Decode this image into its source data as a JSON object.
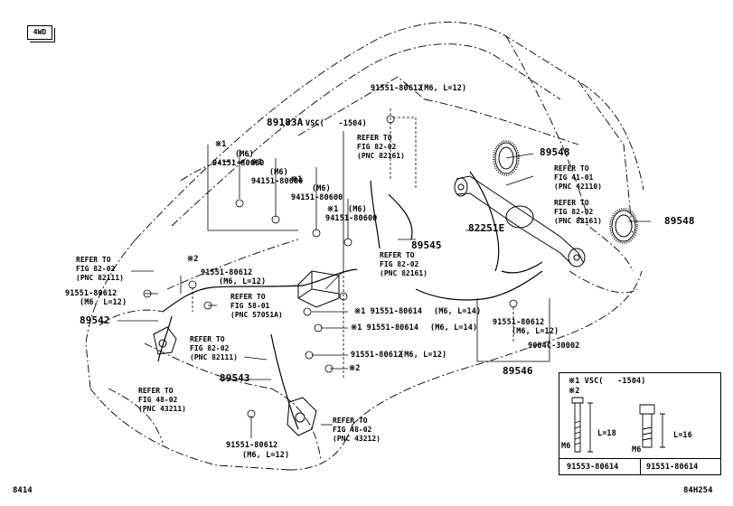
{
  "badge": "4WD",
  "callouts": {
    "bolt_top": "91551-80612",
    "bolt_top_spec": "(M6, L=12)",
    "p89183a": "89183A",
    "p89183a_note": "VSC(   -1504)",
    "n1_mark": "※1",
    "n1_spec": "(M6)",
    "n1_part": "94151-80600",
    "n2_mark": "※1",
    "n2_spec": "(M6)",
    "n2_part": "94151-80600",
    "n3_mark": "※1",
    "n3_spec": "(M6)",
    "n3_part": "94151-80600",
    "n4_mark": "※1",
    "n4_spec": "(M6)",
    "n4_part": "94151-80600",
    "p89548a": "89548",
    "p89548b": "89548",
    "p89545": "89545",
    "p82251e": "82251E",
    "p89542": "89542",
    "p89543": "89543",
    "p89546": "89546",
    "p9004c": "9004C-30002",
    "bolt_l1": "91551-80612",
    "bolt_l1_spec": "(M6, L=12)",
    "mark_x2": "※2",
    "bolt_l2": "91551-80612",
    "bolt_l2_spec": "(M6, L=12)",
    "bolt_c1": "※1 91551-80614",
    "bolt_c1_spec": "(M6, L=14)",
    "bolt_c2": "※1 91551-80614",
    "bolt_c2_spec": "(M6, L=14)",
    "bolt_c3": "91551-80612",
    "bolt_c3_spec": "(M6, L=12)",
    "mark_x2b": "※2",
    "bolt_r": "91551-80612",
    "bolt_r_spec": "(M6, L=12)",
    "bolt_b": "91551-80612",
    "bolt_b_spec": "(M6, L=12)"
  },
  "refs": {
    "r1": [
      "REFER TO",
      "FIG 82-02",
      "(PNC 82161)"
    ],
    "r2": [
      "REFER TO",
      "FIG 41-01",
      "(PNC 42110)"
    ],
    "r3": [
      "REFER TO",
      "FIG 82-02",
      "(PNC 82161)"
    ],
    "r4": [
      "REFER TO",
      "FIG 82-02",
      "(PNC 82161)"
    ],
    "r5": [
      "REFER TO",
      "FIG 82-02",
      "(PNC 82111)"
    ],
    "r6": [
      "REFER TO",
      "FIG 58-01",
      "(PNC 57051A)"
    ],
    "r7": [
      "REFER TO",
      "FIG 82-02",
      "(PNC 82111)"
    ],
    "r8": [
      "REFER TO",
      "FIG 48-02",
      "(PNC 43211)"
    ],
    "r9": [
      "REFER TO",
      "FIG 48-02",
      "(PNC 43212)"
    ]
  },
  "legend": {
    "line1": "※1 VSC(   -1504)",
    "line2": "※2",
    "m6_left": "M6",
    "l_left": "L=18",
    "m6_right": "M6",
    "l_right": "L=16",
    "part_left": "91553-80614",
    "part_right": "91551-80614"
  },
  "footer": {
    "left": "8414",
    "right": "84H254"
  }
}
